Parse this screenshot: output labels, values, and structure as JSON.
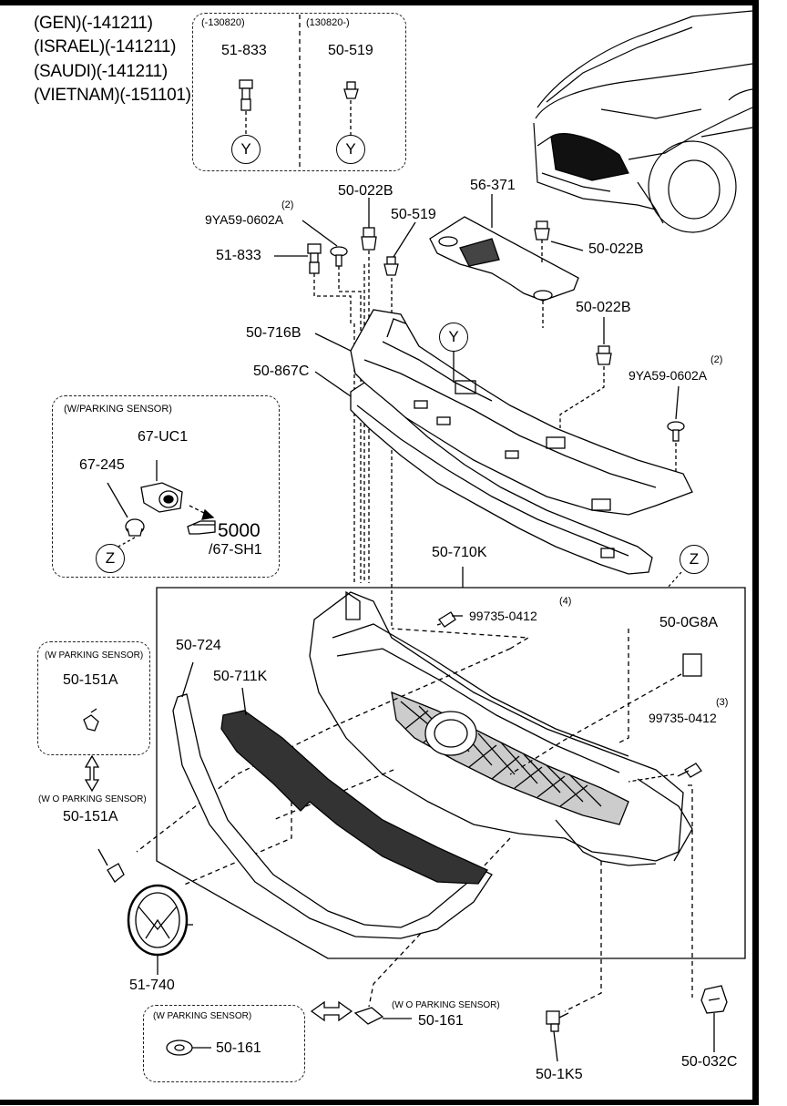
{
  "applicability": [
    "(GEN)(-141211)",
    "(ISRAEL)(-141211)",
    "(SAUDI)(-141211)",
    "(VIETNAM)(-151101)"
  ],
  "inset_top": {
    "left_range": "(-130820)",
    "right_range": "(130820-)",
    "left_part": "51-833",
    "right_part": "50-519",
    "ref": "Y"
  },
  "parts": {
    "p50_022B_a": "50-022B",
    "p50_519": "50-519",
    "p56_371": "56-371",
    "p9ya59_qty_a": "(2)",
    "p9ya59_a": "9YA59-0602A",
    "p51_833": "51-833",
    "p50_022B_b": "50-022B",
    "p50_022B_c": "50-022B",
    "p9ya59_qty_b": "(2)",
    "p9ya59_b": "9YA59-0602A",
    "p50_716B": "50-716B",
    "p50_867C": "50-867C",
    "ref_y": "Y",
    "p50_710K": "50-710K",
    "ref_z": "Z",
    "p99735_qty_a": "(4)",
    "p99735_a": "99735-0412",
    "p50_0G8A": "50-0G8A",
    "p99735_qty_b": "(3)",
    "p99735_b": "99735-0412",
    "p50_724": "50-724",
    "p50_711K": "50-711K",
    "p51_740": "51-740",
    "p50_1K5": "50-1K5",
    "p50_032C": "50-032C",
    "p50_161_wo": "50-161",
    "p50_151A_wo": "50-151A"
  },
  "parking_sensor_box": {
    "title": "(W/PARKING SENSOR)",
    "p67_UC1": "67-UC1",
    "p67_245": "67-245",
    "ref_num": "5000",
    "ref_sub": "/67-SH1",
    "ref": "Z"
  },
  "wps_151A_box": {
    "title": "(W PARKING SENSOR)",
    "part": "50-151A"
  },
  "wo_parking_label_a": "(W O PARKING SENSOR)",
  "wps_161_box": {
    "title": "(W PARKING SENSOR)",
    "part": "50-161"
  },
  "wo_parking_label_b": "(W O PARKING SENSOR)"
}
